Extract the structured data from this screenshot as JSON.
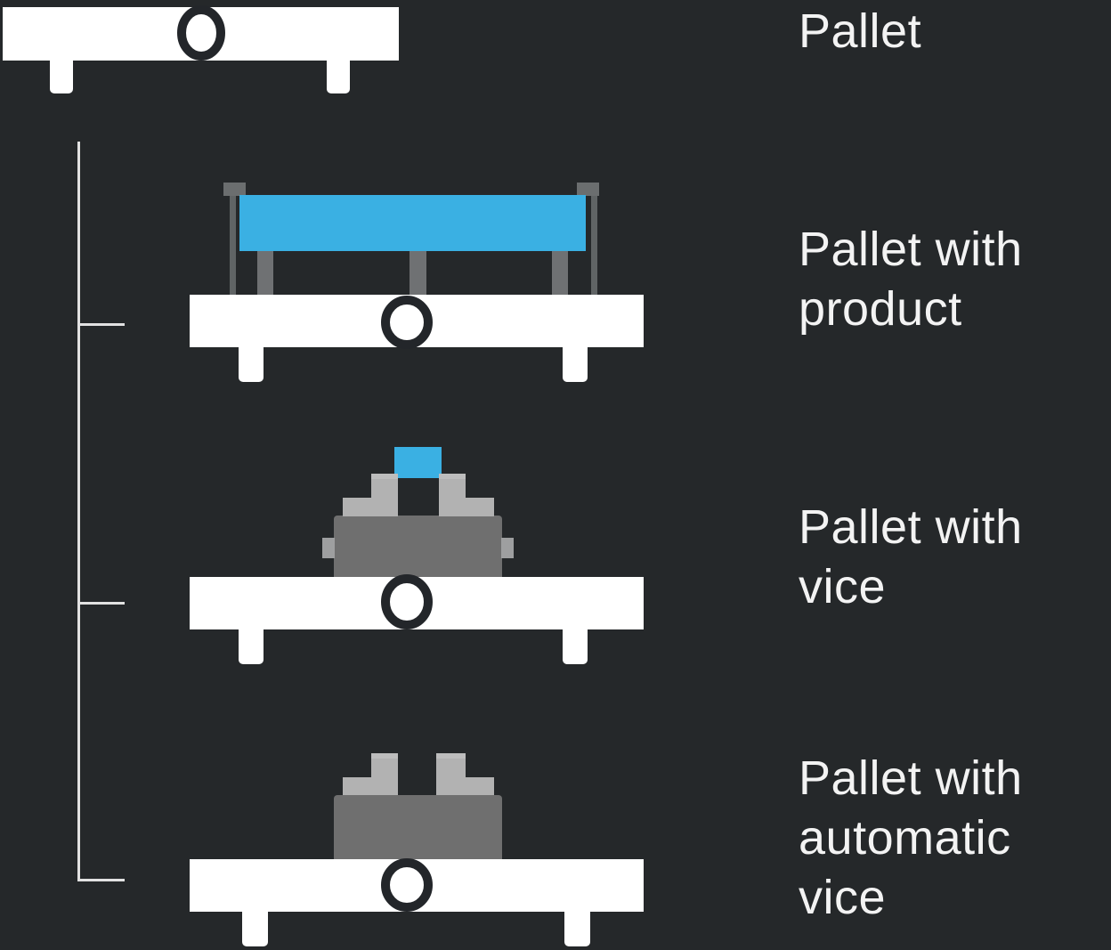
{
  "colors": {
    "background": "#25282a",
    "pallet-white": "#ffffff",
    "product-blue": "#3ab0e3",
    "line": "#e2e2e2",
    "text": "#f3f3f3",
    "hole": "#23262a",
    "rod-gray": "#606465",
    "cap-gray": "#6b6e6f",
    "post-gray": "#6f7173",
    "vice-gray": "#6f6f6f",
    "jaw-gray": "#b2b2b2",
    "jaw-band-gray": "#bdbdbd",
    "tab-gray": "#9e9fa0"
  },
  "items": [
    {
      "id": "pallet",
      "label": "Pallet"
    },
    {
      "id": "pallet-with-product",
      "label": "Pallet with product"
    },
    {
      "id": "pallet-with-vice",
      "label": "Pallet with vice"
    },
    {
      "id": "pallet-with-automatic-vice",
      "label": "Pallet with automatic vice"
    }
  ]
}
